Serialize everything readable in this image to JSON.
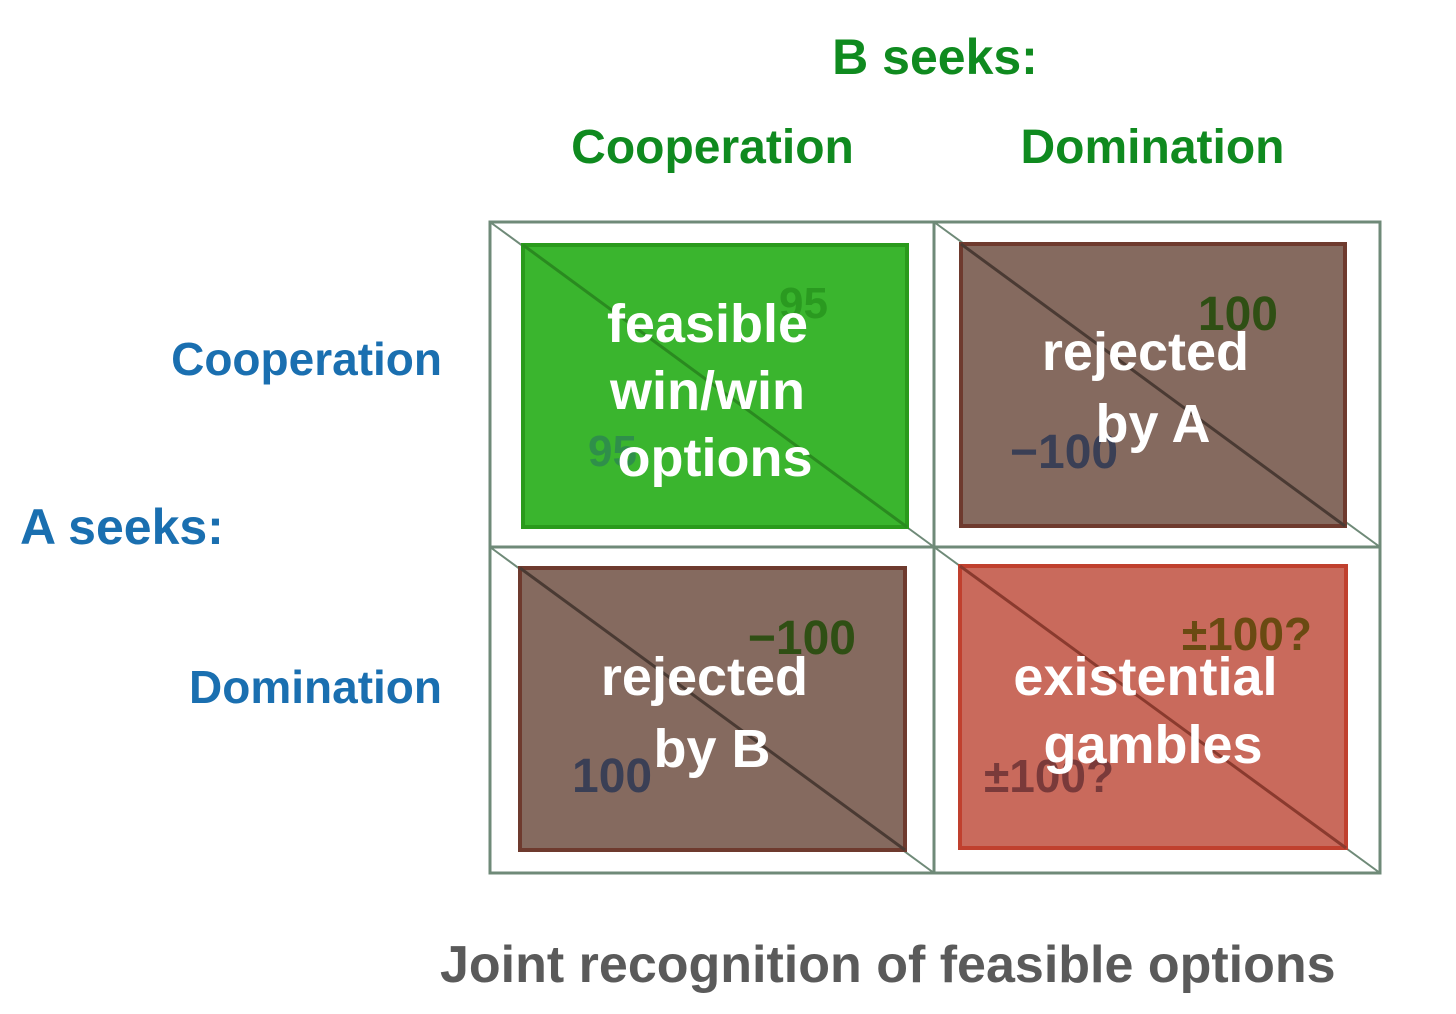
{
  "header": {
    "b_seeks": "B seeks:"
  },
  "columns": {
    "cooperation": "Cooperation",
    "domination": "Domination"
  },
  "rows": {
    "a_seeks": "A seeks:",
    "cooperation": "Cooperation",
    "domination": "Domination"
  },
  "cells": {
    "coop_coop": {
      "label_lines": [
        "feasible",
        "win/win",
        "options"
      ],
      "payoff_b": "95",
      "payoff_a": "95",
      "fill": "#33b024"
    },
    "coop_dom": {
      "label_lines": [
        "rejected",
        "by A"
      ],
      "payoff_b": "100",
      "payoff_a": "−100",
      "fill": "#7b5b4e"
    },
    "dom_coop": {
      "label_lines": [
        "rejected",
        "by B"
      ],
      "payoff_b": "−100",
      "payoff_a": "100",
      "fill": "#7b5b4e"
    },
    "dom_dom": {
      "label_lines": [
        "existential",
        "gambles"
      ],
      "payoff_b": "±100?",
      "payoff_a": "±100?",
      "fill": "#c65a4a"
    }
  },
  "colors": {
    "b_label": "#0f8a1f",
    "a_label": "#1a6fb0",
    "grid_border": "#6f8a78",
    "payoff_b": "#2f5410",
    "payoff_a": "#3a3f55",
    "payoff_green": "#2a9a20",
    "footer": "#5a5a5a"
  },
  "footer": "Joint recognition of feasible options"
}
